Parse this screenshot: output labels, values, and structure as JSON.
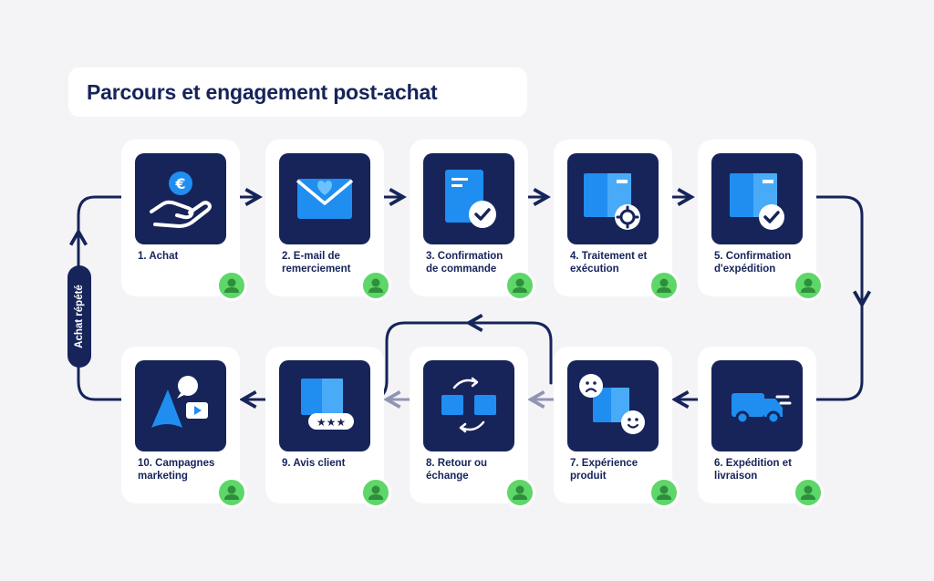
{
  "title": "Parcours et engagement post-achat",
  "loop_label": "Achat répété",
  "colors": {
    "navy": "#16245a",
    "blue": "#1f8ef0",
    "light_blue": "#6cc2ff",
    "green": "#5ed66a",
    "gray_arrow": "#8f96b3"
  },
  "steps": [
    {
      "label": "1. Achat",
      "icon": "hand-euro-icon"
    },
    {
      "label": "2. E-mail de\nremerciement",
      "icon": "envelope-heart-icon"
    },
    {
      "label": "3. Confirmation\nde commande",
      "icon": "document-check-icon"
    },
    {
      "label": "4. Traitement et\nexécution",
      "icon": "box-gear-icon"
    },
    {
      "label": "5. Confirmation\nd'expédition",
      "icon": "box-check-icon"
    },
    {
      "label": "6. Expédition et\nlivraison",
      "icon": "delivery-truck-icon"
    },
    {
      "label": "7. Expérience\nproduit",
      "icon": "box-faces-icon"
    },
    {
      "label": "8. Retour ou\néchange",
      "icon": "exchange-boxes-icon"
    },
    {
      "label": "9. Avis client",
      "icon": "box-stars-icon"
    },
    {
      "label": "10. Campagnes\nmarketing",
      "icon": "megaphone-icon"
    }
  ]
}
